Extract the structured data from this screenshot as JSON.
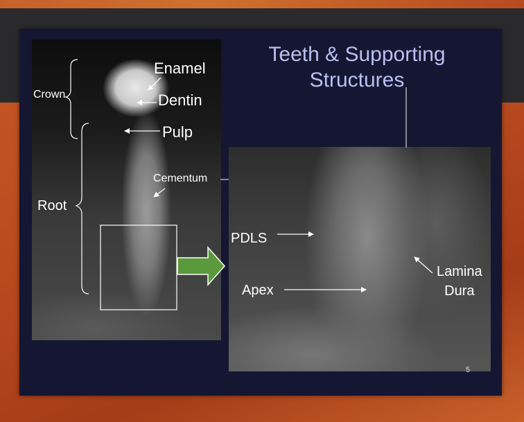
{
  "slide": {
    "title": "Teeth & Supporting\nStructures",
    "page_number": "5"
  },
  "labels": {
    "enamel": "Enamel",
    "crown": "Crown",
    "dentin": "Dentin",
    "pulp": "Pulp",
    "cementum": "Cementum",
    "root": "Root",
    "pdls": "PDLS",
    "apex": "Apex",
    "lamina_dura": "Lamina\nDura"
  },
  "colors": {
    "title": "#b9c0f2",
    "slide_background": "#151631",
    "arrow_fill": "#5a9a3c"
  }
}
